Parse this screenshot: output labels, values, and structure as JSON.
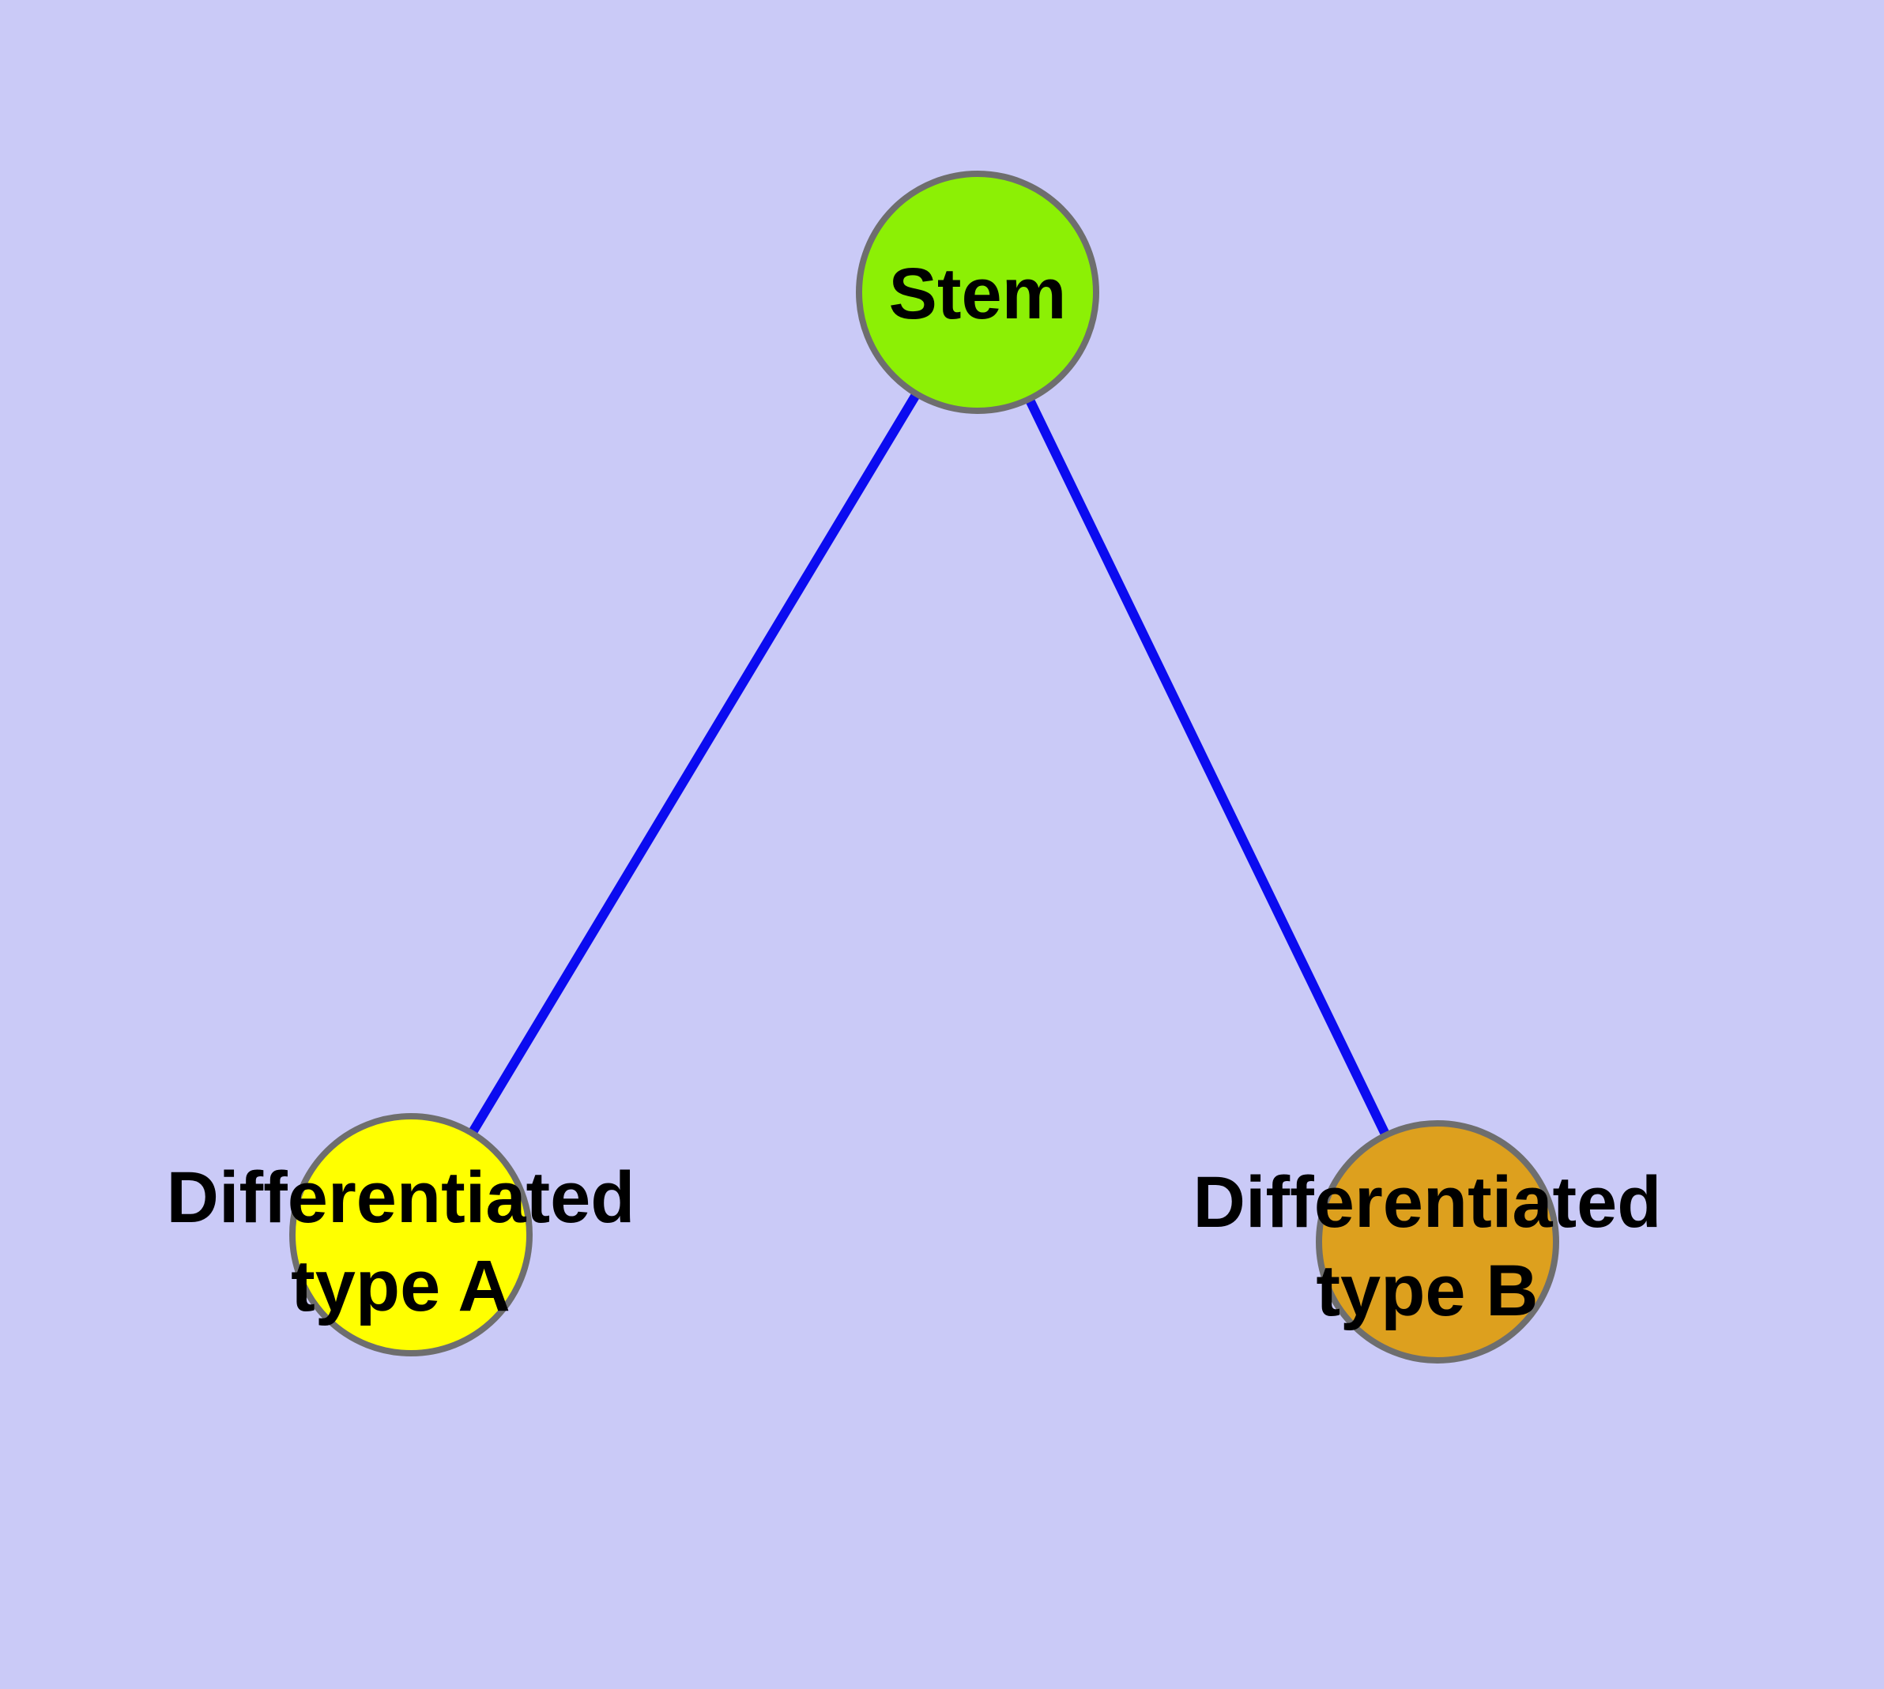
{
  "diagram": {
    "background_color": "#cacaf7",
    "edge_color": "#0b0bf0",
    "node_border_color": "#6e6e6e",
    "label_color": "#000000",
    "nodes": [
      {
        "id": "stem",
        "label": "Stem",
        "color": "#8cf005"
      },
      {
        "id": "diff-a",
        "label": "Differentiated\ntype A",
        "color": "#ffff00"
      },
      {
        "id": "diff-b",
        "label": "Differentiated\ntype B",
        "color": "#dda01e"
      }
    ],
    "edges": [
      {
        "from": "stem",
        "to": "diff-a"
      },
      {
        "from": "stem",
        "to": "diff-b"
      }
    ]
  }
}
